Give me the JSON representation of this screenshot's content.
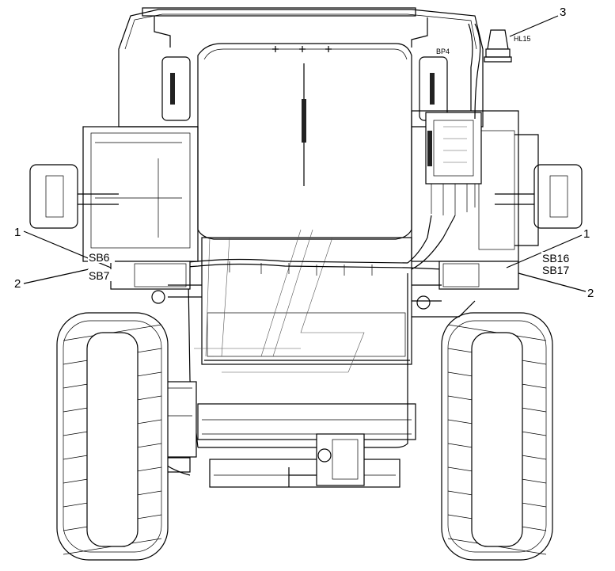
{
  "callouts": {
    "left_top_num": "1",
    "left_bottom_num": "2",
    "right_top_num": "1",
    "right_bottom_num": "2",
    "beacon_num": "3"
  },
  "labels": {
    "sb6": "SB6",
    "sb7": "SB7",
    "sb16": "SB16",
    "sb17": "SB17",
    "bp4": "BP4",
    "hl15": "HL15"
  }
}
